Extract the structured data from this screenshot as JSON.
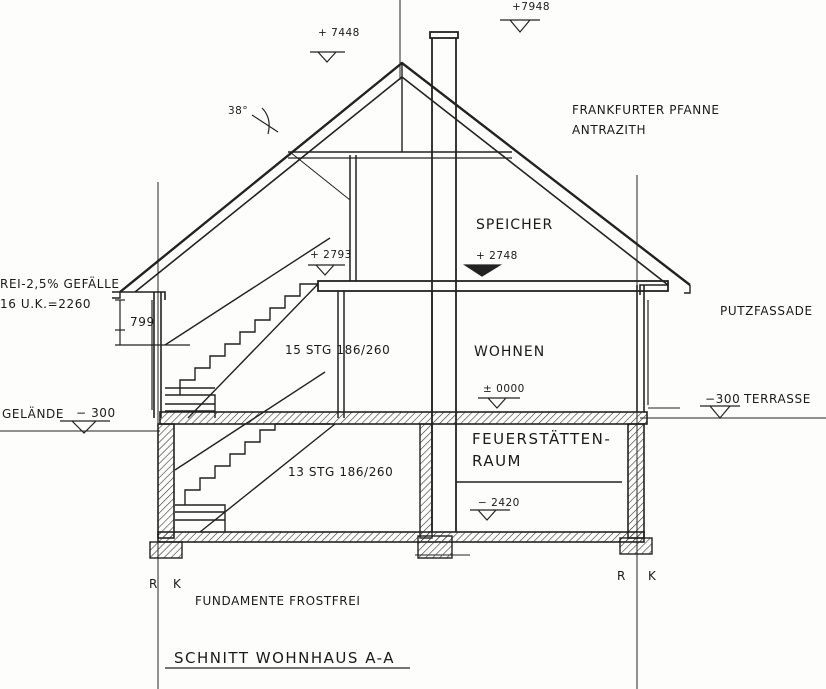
{
  "elevations": {
    "ridge_left": "+ 7448",
    "ridge_chimney": "+7948",
    "upper_floor": "+ 2793",
    "attic_floor": "+ 2748",
    "ground_floor": "± 0000",
    "basement": "− 2420",
    "terrain": "− 300",
    "terrace": "−300"
  },
  "labels": {
    "roof_pitch": "38°",
    "roof_tiles_1": "FRANKFURTER PFANNE",
    "roof_tiles_2": "ANTRAZITH",
    "attic": "SPEICHER",
    "living": "WOHNEN",
    "boiler_1": "FEUERSTÄTTEN-",
    "boiler_2": "RAUM",
    "facade": "PUTZFASSADE",
    "terrace": "TERRASSE",
    "terrain": "GELÄNDE",
    "gutter_1": "REI-2,5% GEFÄLLE",
    "gutter_2": "16 U.K.=2260",
    "eave_dim": "799",
    "stair_upper": "15 STG 186/260",
    "stair_lower": "13 STG 186/260",
    "foundation": "FUNDAMENTE FROSTFREI",
    "grid_r_left": "R",
    "grid_k_left": "K",
    "grid_r_right": "R",
    "grid_k_right": "K"
  },
  "title": "SCHNITT WOHNHAUS A-A"
}
